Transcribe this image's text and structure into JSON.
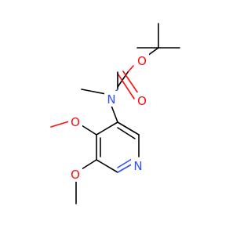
{
  "atoms": {
    "o_ester": {
      "label": "O",
      "color": "#ff0d0d"
    },
    "o_carbonyl": {
      "label": "O",
      "color": "#ff0d0d"
    },
    "n_amine": {
      "label": "N",
      "color": "#3050f8"
    },
    "o_methoxy_4": {
      "label": "O",
      "color": "#ff0d0d"
    },
    "o_methoxy_5": {
      "label": "O",
      "color": "#ff0d0d"
    },
    "n_pyridine": {
      "label": "N",
      "color": "#3050f8"
    }
  }
}
